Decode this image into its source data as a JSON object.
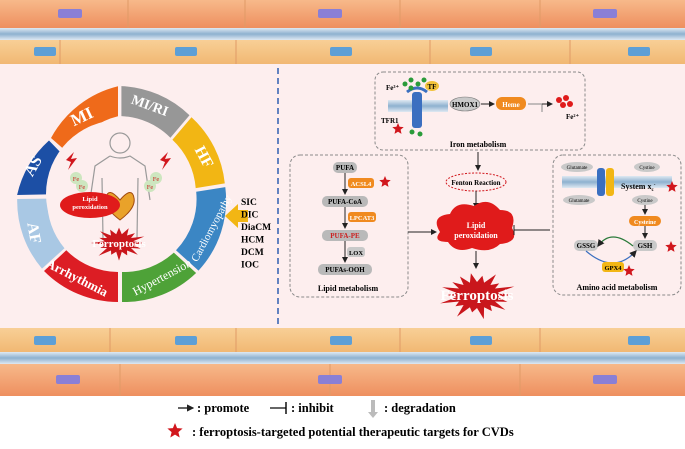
{
  "wheel": {
    "segments": [
      "MI",
      "MI/RI",
      "HF",
      "Cardiomyopathy",
      "Hypertension",
      "Arrhythmia",
      "AF",
      "AS"
    ],
    "center_lipid": "Lipid\nperoxidation",
    "center_ferroptosis": "Ferroptosis",
    "fe_label": "Fe"
  },
  "cardiomyopathy_types": [
    "SIC",
    "DIC",
    "DiaCM",
    "HCM",
    "DCM",
    "IOC"
  ],
  "iron_metabolism": {
    "title": "Iron metabolism",
    "fe3": "Fe³⁺",
    "tf": "TF",
    "tfr1": "TFR1",
    "hmox1": "HMOX1",
    "heme": "Heme",
    "fe2": "Fe²⁺"
  },
  "lipid_metabolism": {
    "title": "Lipid metabolism",
    "pufa": "PUFA",
    "acsl4": "ACSL4",
    "pufa_coa": "PUFA-CoA",
    "lpcat3": "LPCAT3",
    "pufa_pe": "PUFA-PE",
    "lox": "LOX",
    "pufas_ooh": "PUFAs-OOH"
  },
  "center": {
    "fenton": "Fenton Reaction",
    "lipid_peroxidation": "Lipid\nperoxidation",
    "ferroptosis": "Ferroptosis"
  },
  "amino_acid_metabolism": {
    "title": "Amino acid metabolism",
    "glutamate_top": "Glutamate",
    "cystine_top": "Cystine",
    "system": "System x",
    "system_sub": "c",
    "system_sup": "-",
    "glutamate_bottom": "Glutamate",
    "cystine_bottom": "Cystine",
    "cysteine": "Cysteine",
    "gssg": "GSSG",
    "gsh": "GSH",
    "gpx4": "GPX4"
  },
  "legend": {
    "promote": ": promote",
    "inhibit": ": inhibit",
    "degradation": ": degradation",
    "targets": ": ferroptosis-targeted potential therapeutic targets for CVDs"
  },
  "colors": {
    "vessel_outer": "#f4a57a",
    "vessel_inner": "#f7cf96",
    "cell": "#5d9fd6",
    "target_star": "#d1171d",
    "burst": "#d1171d"
  }
}
